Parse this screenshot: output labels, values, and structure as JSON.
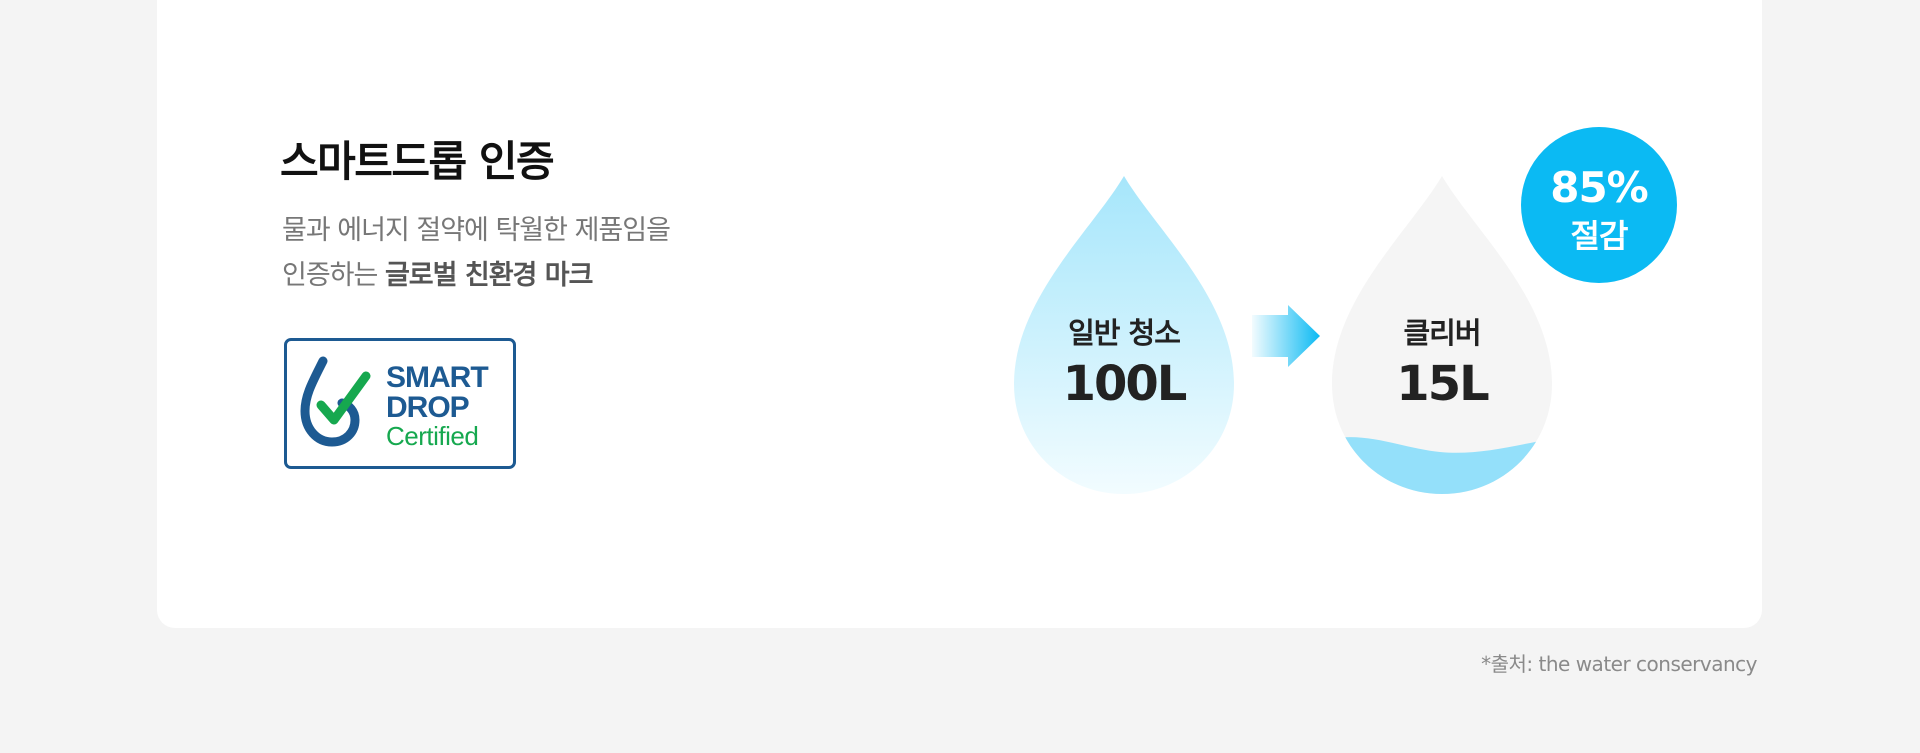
{
  "section": {
    "title": "스마트드롭 인증",
    "description_line1": "물과 에너지 절약에 탁월한 제품임을",
    "description_line2_prefix": "인증하는 ",
    "description_line2_bold": "글로벌 친환경 마크"
  },
  "logo": {
    "line1": "SMART",
    "line2": "DROP",
    "line3": "Certified"
  },
  "comparison": {
    "general": {
      "label": "일반 청소",
      "value": "100L"
    },
    "cleaver": {
      "label": "클리버",
      "value": "15L"
    },
    "arrow_icon": "arrow-right-icon",
    "saving_badge": {
      "percent": "85%",
      "text": "절감"
    }
  },
  "footnote": "*출처: the water conservancy",
  "colors": {
    "accent": "#0bbaf3",
    "drop_light": "#a6e6fb",
    "logo_navy": "#1d5a92",
    "logo_green": "#16a84f",
    "text_dark": "#111111",
    "text_gray": "#777777"
  }
}
